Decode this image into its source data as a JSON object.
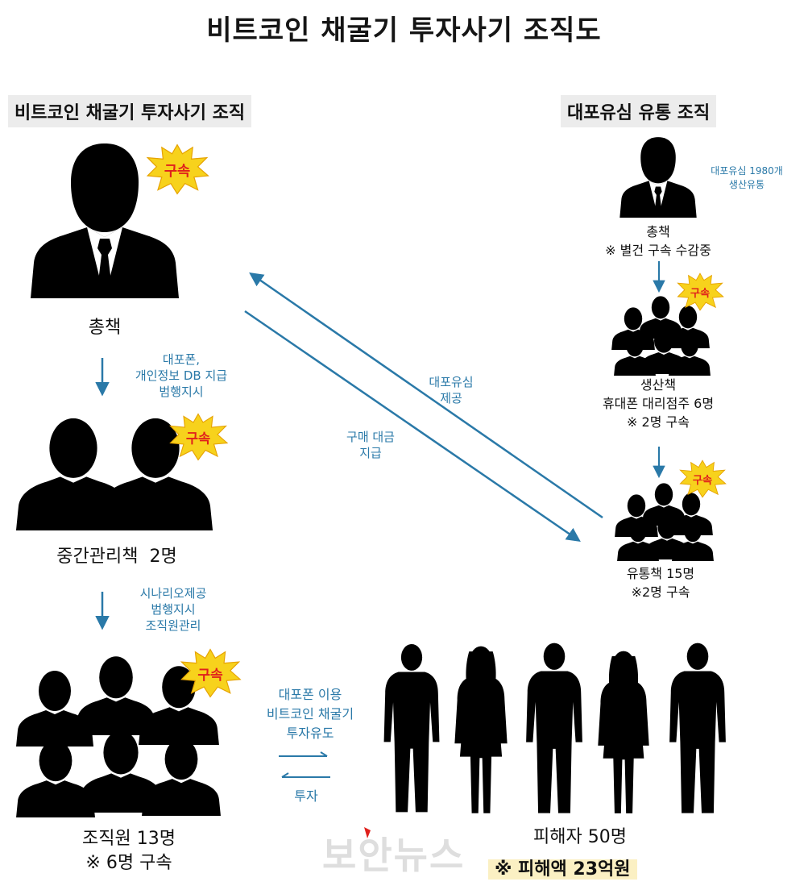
{
  "title": "비트코인 채굴기 투자사기 조직도",
  "left_section_label": "비트코인 채굴기 투자사기 조직",
  "right_section_label": "대포유심 유통 조직",
  "badge_text": "구속",
  "left": {
    "boss_label": "총책",
    "boss_to_middle_note": [
      "대포폰,",
      "개인정보 DB 지급",
      "범행지시"
    ],
    "middle_label": "중간관리책  2명",
    "middle_to_members_note": [
      "시나리오제공",
      "범행지시",
      "조직원관리"
    ],
    "members_label": [
      "조직원 13명",
      "※ 6명 구속"
    ]
  },
  "right": {
    "boss_note": [
      "대포유심 1980개",
      "생산유통"
    ],
    "boss_label": [
      "총책",
      "※ 별건 구속 수감중"
    ],
    "producers_label": [
      "생산책",
      "휴대폰 대리점주 6명",
      "※ 2명 구속"
    ],
    "distributors_label": [
      "유통책 15명",
      "※2명 구속"
    ]
  },
  "cross_arrows": {
    "upper_label": [
      "대포유심",
      "제공"
    ],
    "lower_label": [
      "구매 대금",
      "지급"
    ]
  },
  "victim_exchange": {
    "forward_label": [
      "대포폰 이용",
      "비트코인 채굴기",
      "투자유도"
    ],
    "back_label": "투자"
  },
  "victims": {
    "label": "피해자 50명",
    "damage": "※ 피해액 23억원"
  },
  "watermark": "보안뉴스",
  "colors": {
    "arrow_blue": "#2a79a8",
    "badge_yellow": "#f7d21c",
    "badge_text_red": "#e0201c",
    "damage_highlight": "#fbf0c3"
  }
}
